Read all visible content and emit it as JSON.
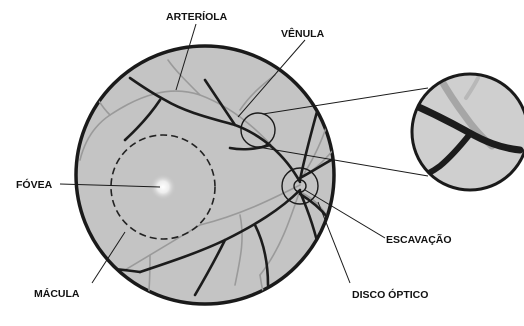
{
  "labels": {
    "arteriola": "ARTERÍOLA",
    "venula": "VÊNULA",
    "fovea": "FÓVEA",
    "macula": "MÁCULA",
    "escavacao": "ESCAVAÇÃO",
    "disco_optico": "DISCO ÓPTICO"
  },
  "colors": {
    "retina_fill": "#c4c4c4",
    "retina_border": "#1a1a1a",
    "venule": "#1c1c1c",
    "arteriole": "#9a9a9a",
    "fovea_glow": "#ffffff",
    "zoom_fill": "#cfcfcf"
  }
}
